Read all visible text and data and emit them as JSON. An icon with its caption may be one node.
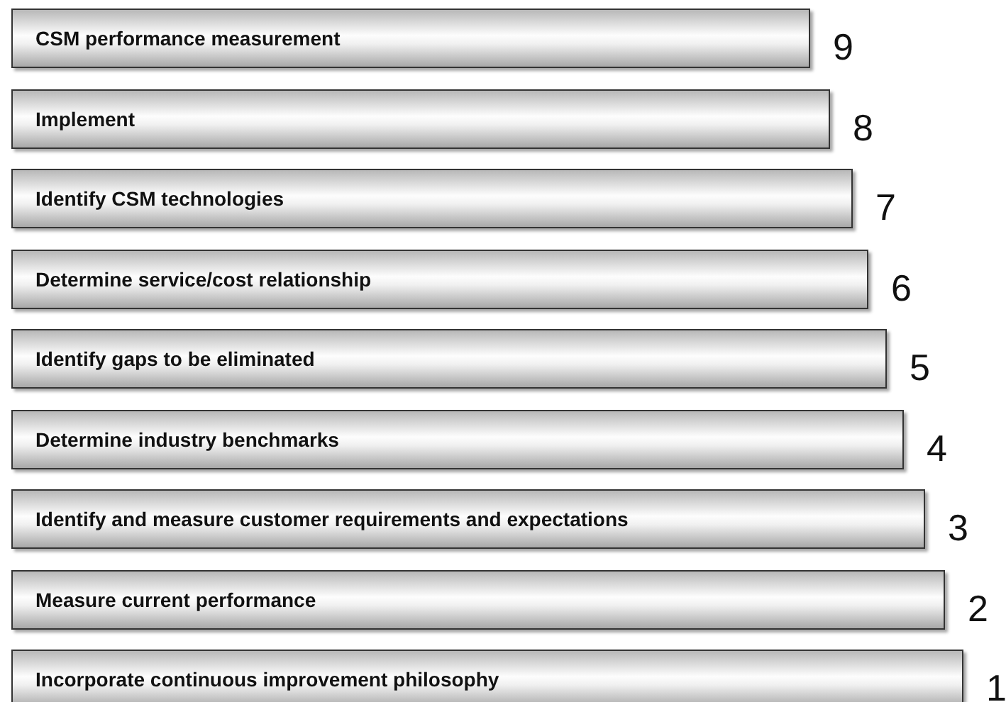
{
  "diagram": {
    "nodes": [
      {
        "text": [
          "CSM performance measurement"
        ],
        "beside": [
          "9"
        ]
      },
      {
        "text": [
          "Implement"
        ],
        "beside": [
          "8"
        ]
      },
      {
        "text": [
          "Identify CSM technologies"
        ],
        "beside": [
          "7"
        ]
      },
      {
        "text": [
          "Determine service/cost relationship"
        ],
        "beside": [
          "6"
        ]
      },
      {
        "text": [
          "Identify gaps to be eliminated"
        ],
        "beside": [
          "5"
        ]
      },
      {
        "text": [
          "Determine industry benchmarks"
        ],
        "beside": [
          "4"
        ]
      },
      {
        "text": [
          "Identify and measure customer requirements and expectations"
        ],
        "beside": [
          "3"
        ]
      },
      {
        "text": [
          "Measure current performance"
        ],
        "beside": [
          "2"
        ]
      },
      {
        "text": [
          "Incorporate continuous improvement philosophy"
        ],
        "beside": [
          "1"
        ]
      }
    ]
  }
}
